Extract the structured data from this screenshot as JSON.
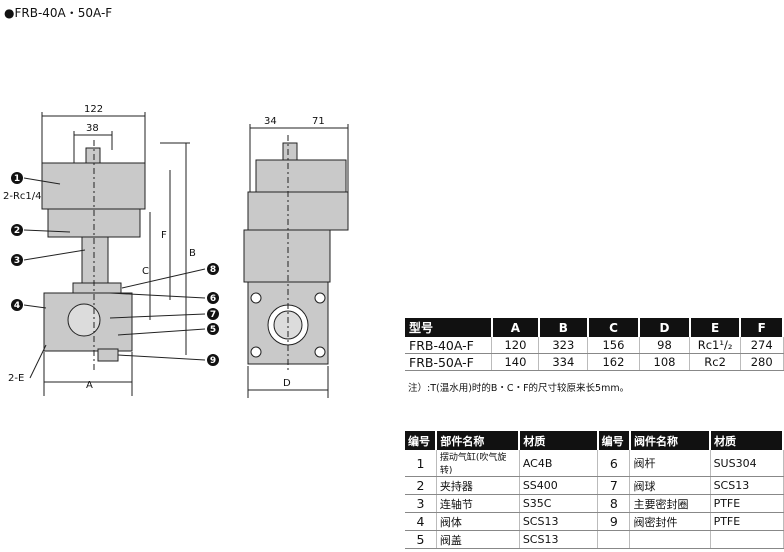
{
  "title": "●FRB-40A・50A-F",
  "drawing": {
    "dims": {
      "d122": "122",
      "d38": "38",
      "d34": "34",
      "d71": "71",
      "A": "A",
      "B": "B",
      "C": "C",
      "D": "D",
      "F": "F",
      "rc": "2-Rc1/4",
      "e": "2-E"
    },
    "callouts": [
      "1",
      "2",
      "3",
      "4",
      "5",
      "6",
      "7",
      "8",
      "9"
    ]
  },
  "spec_table": {
    "headers": [
      "型号",
      "A",
      "B",
      "C",
      "D",
      "E",
      "F"
    ],
    "rows": [
      {
        "model": "FRB-40A-F",
        "A": "120",
        "B": "323",
        "C": "156",
        "D": "98",
        "E": "Rc1¹/₂",
        "F": "274"
      },
      {
        "model": "FRB-50A-F",
        "A": "140",
        "B": "334",
        "C": "162",
        "D": "108",
        "E": "Rc2",
        "F": "280"
      }
    ],
    "note": "注）:T(温水用)时的B・C・F的尺寸较原来长5mm。"
  },
  "parts_table": {
    "headers": [
      "编号",
      "部件名称",
      "材质",
      "编号",
      "阀件名称",
      "材质"
    ],
    "rows": [
      {
        "n1": "1",
        "p1": "摆动气缸(吹气旋转)",
        "m1": "AC4B",
        "n2": "6",
        "p2": "阀杆",
        "m2": "SUS304"
      },
      {
        "n1": "2",
        "p1": "夹持器",
        "m1": "SS400",
        "n2": "7",
        "p2": "阀球",
        "m2": "SCS13"
      },
      {
        "n1": "3",
        "p1": "连轴节",
        "m1": "S35C",
        "n2": "8",
        "p2": "主要密封圈",
        "m2": "PTFE"
      },
      {
        "n1": "4",
        "p1": "阀体",
        "m1": "SCS13",
        "n2": "9",
        "p2": "阀密封件",
        "m2": "PTFE"
      },
      {
        "n1": "5",
        "p1": "阀盖",
        "m1": "SCS13",
        "n2": "",
        "p2": "",
        "m2": ""
      }
    ]
  }
}
